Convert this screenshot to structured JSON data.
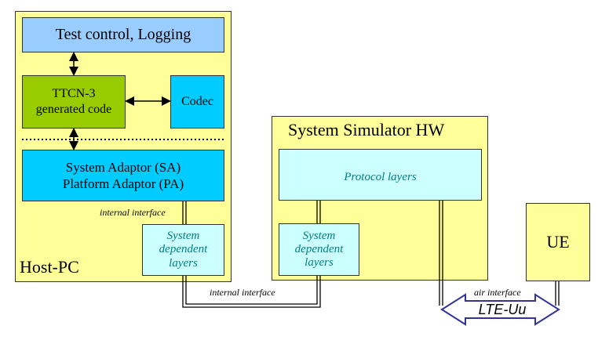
{
  "host_pc": {
    "label": "Host-PC"
  },
  "test_control": {
    "label": "Test control, Logging"
  },
  "ttcn3": {
    "label": "TTCN-3\ngenerated code"
  },
  "codec": {
    "label": "Codec"
  },
  "adaptor": {
    "label": "System Adaptor (SA)\nPlatform Adaptor (PA)"
  },
  "internal_interface_label_1": "internal interface",
  "sdl_host": {
    "label": "System\ndependent\nlayers"
  },
  "internal_interface_label_2": "internal interface",
  "ss_hw": {
    "label": "System Simulator HW"
  },
  "protocol_layers": {
    "label": "Protocol layers"
  },
  "sdl_ss": {
    "label": "System\ndependent\nlayers"
  },
  "ue": {
    "label": "UE"
  },
  "air_interface_label": "air interface",
  "lte_uu": {
    "label": "LTE-Uu"
  },
  "colors": {
    "panel_yellow": "#ffff99",
    "test_control_blue": "#99ccff",
    "ttcn_green": "#99cc00",
    "adaptor_cyan": "#00ccff",
    "light_cyan": "#ccffff",
    "italic_teal": "#008080"
  }
}
